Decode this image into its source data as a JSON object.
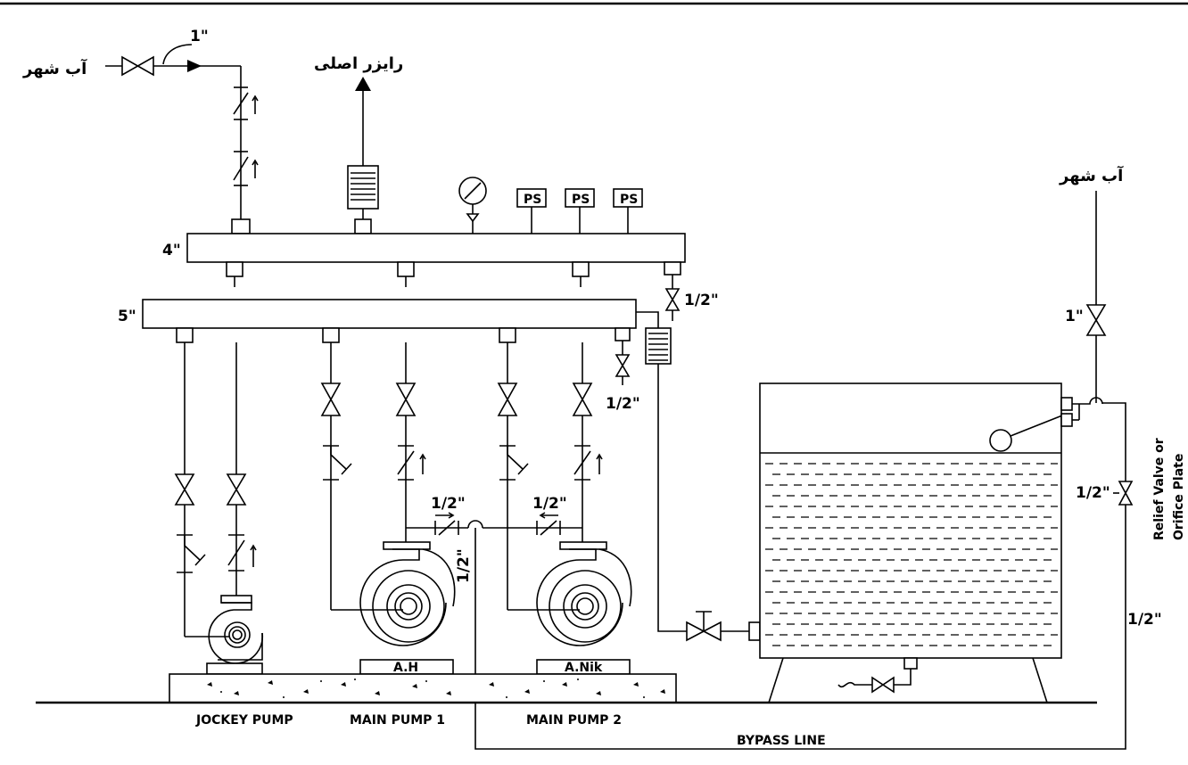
{
  "labels": {
    "city_water_left": "آب شهر",
    "city_water_right": "آب شهر",
    "main_riser": "رایزر اصلی",
    "inlet_size": "1\"",
    "header_top_size": "4\"",
    "header_bottom_size": "5\"",
    "tank_inlet_size": "1\"",
    "drain_valve_size_1": "1/2\"",
    "drain_valve_size_2": "1/2\"",
    "cross_valve_size_left": "1/2\"",
    "cross_valve_size_right": "1/2\"",
    "vertical_size": "1/2\"",
    "relief_size": "1/2\"",
    "bypass_size": "1/2\"",
    "relief_line1": "Relief Valve or",
    "relief_line2": "Orifice Plate",
    "pressure_switch_1": "PS",
    "pressure_switch_2": "PS",
    "pressure_switch_3": "PS",
    "pump1_plate": "A.H",
    "pump2_plate": "A.Nik",
    "jockey_pump": "JOCKEY PUMP",
    "main_pump_1": "MAIN PUMP 1",
    "main_pump_2": "MAIN PUMP 2",
    "bypass_line": "BYPASS LINE"
  }
}
